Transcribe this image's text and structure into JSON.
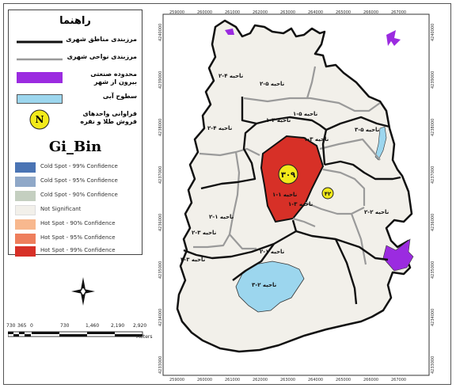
{
  "legend": {
    "title": "راهنما",
    "items": [
      {
        "label": "مرزبندی مناطق شهری"
      },
      {
        "label": "مرزبندی نواحی شهری"
      },
      {
        "label": "محدوده صنعتی بیرون از شهر"
      },
      {
        "label": "سطوح آبی"
      },
      {
        "label": "فراوانی واحدهای فروش طلا و نقره"
      }
    ],
    "symbol_letter": "N"
  },
  "gi_bin": {
    "title": "Gi_Bin",
    "classes": [
      {
        "label": "Cold Spot - 99% Confidence",
        "color": "#4a74b4"
      },
      {
        "label": "Cold Spot - 95% Confidence",
        "color": "#8fa8c8"
      },
      {
        "label": "Cold Spot - 90% Confidence",
        "color": "#c4cfc0"
      },
      {
        "label": "Not Significant",
        "color": "#f2f0ea"
      },
      {
        "label": "Hot Spot - 90% Confidence",
        "color": "#f8b88e"
      },
      {
        "label": "Hot Spot - 95% Confidence",
        "color": "#ee7e5c"
      },
      {
        "label": "Hot Spot - 99% Confidence",
        "color": "#d73027"
      }
    ]
  },
  "scale": {
    "labels": [
      "730",
      "365",
      "0",
      "730",
      "1,460",
      "2,190",
      "2,920"
    ],
    "unit": "Meters"
  },
  "map": {
    "x_ticks": [
      "259000",
      "260000",
      "261000",
      "262000",
      "263000",
      "264000",
      "265000",
      "266000",
      "267000"
    ],
    "y_ticks": [
      "4240000",
      "4239000",
      "4238000",
      "4237000",
      "4236000",
      "4235000",
      "4234000",
      "4233000"
    ],
    "zones": [
      "ناحیه ۴-۲",
      "ناحیه ۵-۲",
      "ناحیه ۵-۱",
      "ناحیه ۴-۱",
      "ناحیه ۴-۲",
      "ناحیه ۳-۱",
      "ناحیه ۵-۳",
      "ناحیه ۱-۱",
      "ناحیه ۳-۱",
      "ناحیه ۲-۲",
      "ناحیه ۱-۲",
      "ناحیه ۳-۲",
      "ناحیه ۳-۳",
      "ناحیه ۱-۲",
      "ناحیه ۲-۳"
    ],
    "counts": [
      "۳۰۹",
      "۴۲"
    ]
  }
}
